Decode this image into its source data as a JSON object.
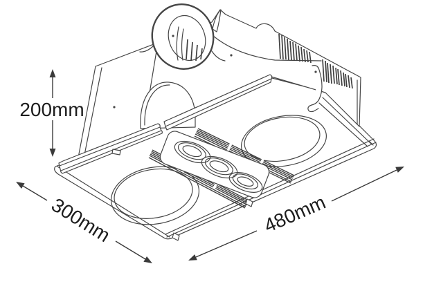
{
  "drawing": {
    "subject": "isometric line drawing of a ceiling 3-in-1 bathroom heater exhaust fan unit",
    "background": "#ffffff",
    "line_color": "#464646",
    "text_color": "#1d1d1d",
    "dimensions": {
      "height": {
        "label": "200mm"
      },
      "depth": {
        "label": "300mm"
      },
      "width": {
        "label": "480mm"
      }
    }
  }
}
